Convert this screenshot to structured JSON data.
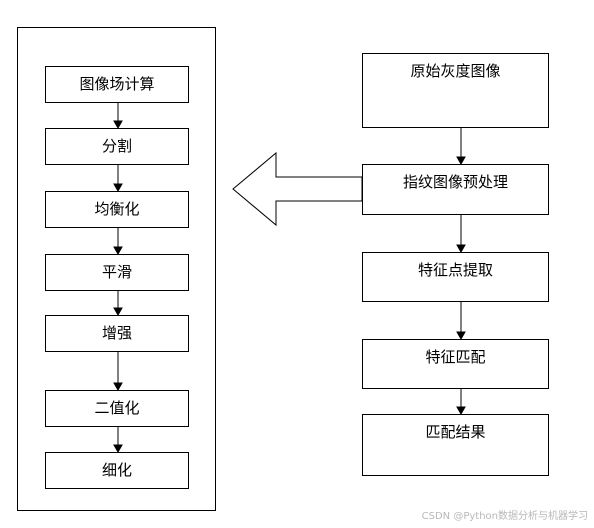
{
  "left_steps": [
    "图像场计算",
    "分割",
    "均衡化",
    "平滑",
    "增强",
    "二值化",
    "细化"
  ],
  "right_steps": [
    "原始灰度图像",
    "指纹图像预处理",
    "特征点提取",
    "特征匹配",
    "匹配结果"
  ],
  "watermark": "CSDN @Python数据分析与机器学习"
}
